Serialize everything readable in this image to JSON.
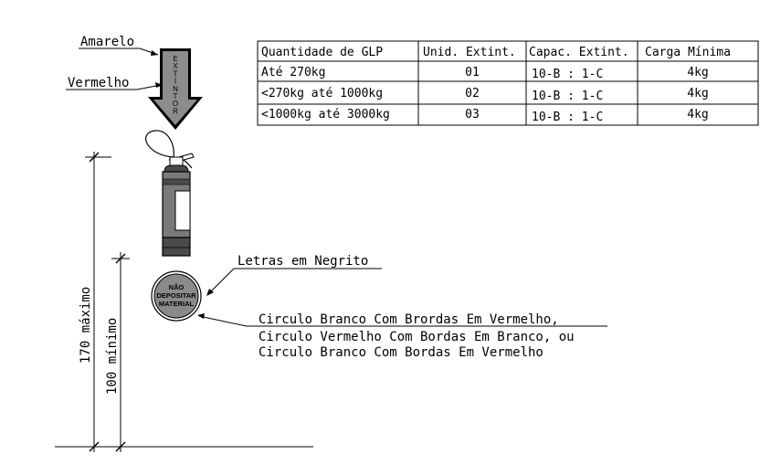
{
  "labels": {
    "amarelo": "Amarelo",
    "vermelho": "Vermelho",
    "letras": "Letras em Negrito",
    "circulo_lines": [
      "Circulo Branco Com Brordas Em Vermelho,",
      "Circulo Vermelho Com Bordas Em Branco, ou",
      "Circulo Branco Com Bordas Em Vermelho"
    ],
    "dim_170": "170 máximo",
    "dim_100": "100 mínimo"
  },
  "arrow_letters": [
    "E",
    "X",
    "T",
    "I",
    "N",
    "T",
    "O",
    "R"
  ],
  "sign_lines": [
    "NÃO",
    "DEPOSITAR",
    "MATERIAL"
  ],
  "table": {
    "headers": [
      "Quantidade de GLP",
      "Unid. Extint.",
      "Capac. Extint.",
      "Carga Mínima"
    ],
    "rows": [
      [
        "Até 270kg",
        "01",
        "10-B : 1-C",
        "4kg"
      ],
      [
        "<270kg até 1000kg",
        "02",
        "10-B : 1-C",
        "4kg"
      ],
      [
        "<1000kg até 3000kg",
        "03",
        "10-B : 1-C",
        "4kg"
      ]
    ]
  },
  "colors": {
    "arrow_fill": "#8c8c8c",
    "extinguisher_body": "#7a7a7a",
    "extinguisher_dark": "#4a4a4a",
    "sign_fill": "#8a8a8a",
    "line": "#000000"
  }
}
